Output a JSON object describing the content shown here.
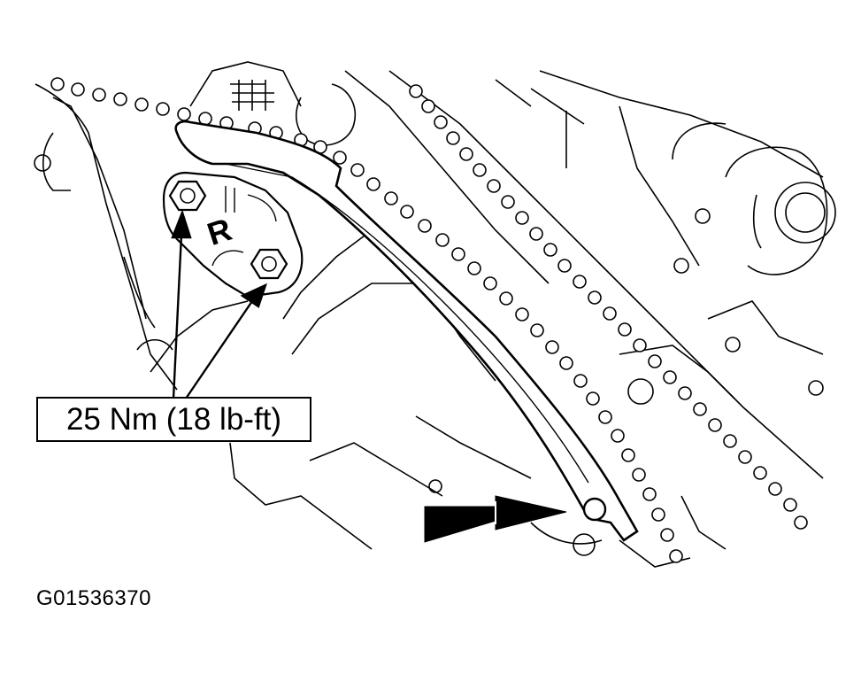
{
  "diagram": {
    "torque_label": "25 Nm (18 lb-ft)",
    "figure_id": "G01536370",
    "component_mark": "R"
  }
}
